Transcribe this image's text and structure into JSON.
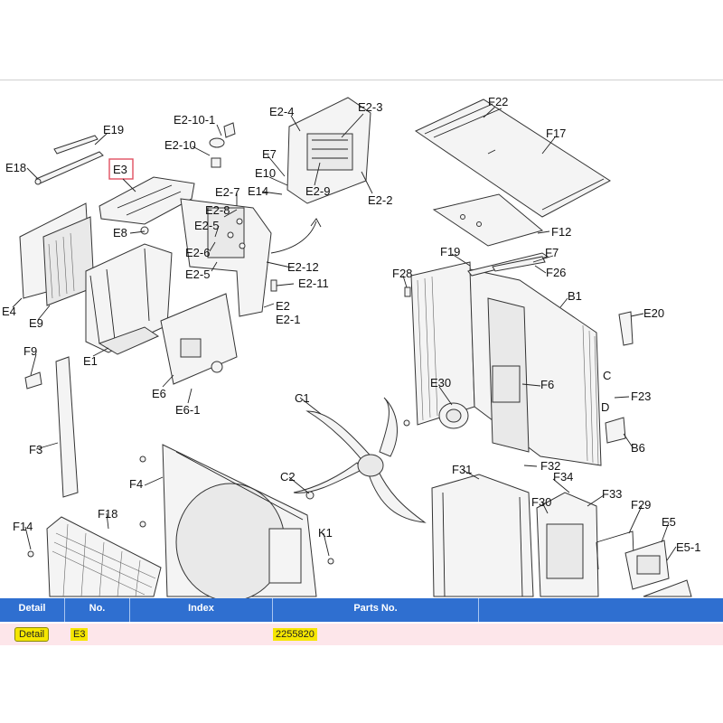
{
  "callouts": {
    "E18": "E18",
    "E19": "E19",
    "E3": "E3",
    "E2-10-1": "E2-10-1",
    "E2-10": "E2-10",
    "E2-4": "E2-4",
    "E2-3": "E2-3",
    "E7": "E7",
    "E10": "E10",
    "E14": "E14",
    "E2-9": "E2-9",
    "E2-2": "E2-2",
    "E2-7": "E2-7",
    "E2-8": "E2-8",
    "E8": "E8",
    "E2-5a": "E2-5",
    "E2-6": "E2-6",
    "E2-5b": "E2-5",
    "E2-12": "E2-12",
    "E2-11": "E2-11",
    "E2": "E2",
    "E2-1": "E2-1",
    "E4": "E4",
    "E9": "E9",
    "E1": "E1",
    "E6": "E6",
    "E6-1": "E6-1",
    "F9": "F9",
    "F3": "F3",
    "F22": "F22",
    "F17": "F17",
    "F12": "F12",
    "F19": "F19",
    "F7": "F7",
    "F26": "F26",
    "F28": "F28",
    "B1": "B1",
    "E20": "E20",
    "E30": "E30",
    "F6": "F6",
    "F23": "F23",
    "C1": "C1",
    "B6": "B6",
    "F31": "F31",
    "F32": "F32",
    "F34": "F34",
    "F4": "F4",
    "C2": "C2",
    "F30": "F30",
    "F33": "F33",
    "F29": "F29",
    "E5": "E5",
    "E5-1": "E5-1",
    "F14": "F14",
    "F18": "F18",
    "K1": "K1",
    "C": "C",
    "D": "D"
  },
  "table": {
    "headers": [
      "Detail",
      "No.",
      "Index",
      "Parts No."
    ],
    "row": {
      "detail_button": "Detail",
      "no": "E3",
      "index": "",
      "parts_no": "2255820"
    }
  },
  "colors": {
    "header_bg": "#2f6fd0",
    "row_bg": "#fde6ea",
    "highlight": "#f5e600",
    "selected_box": "#e05060"
  }
}
